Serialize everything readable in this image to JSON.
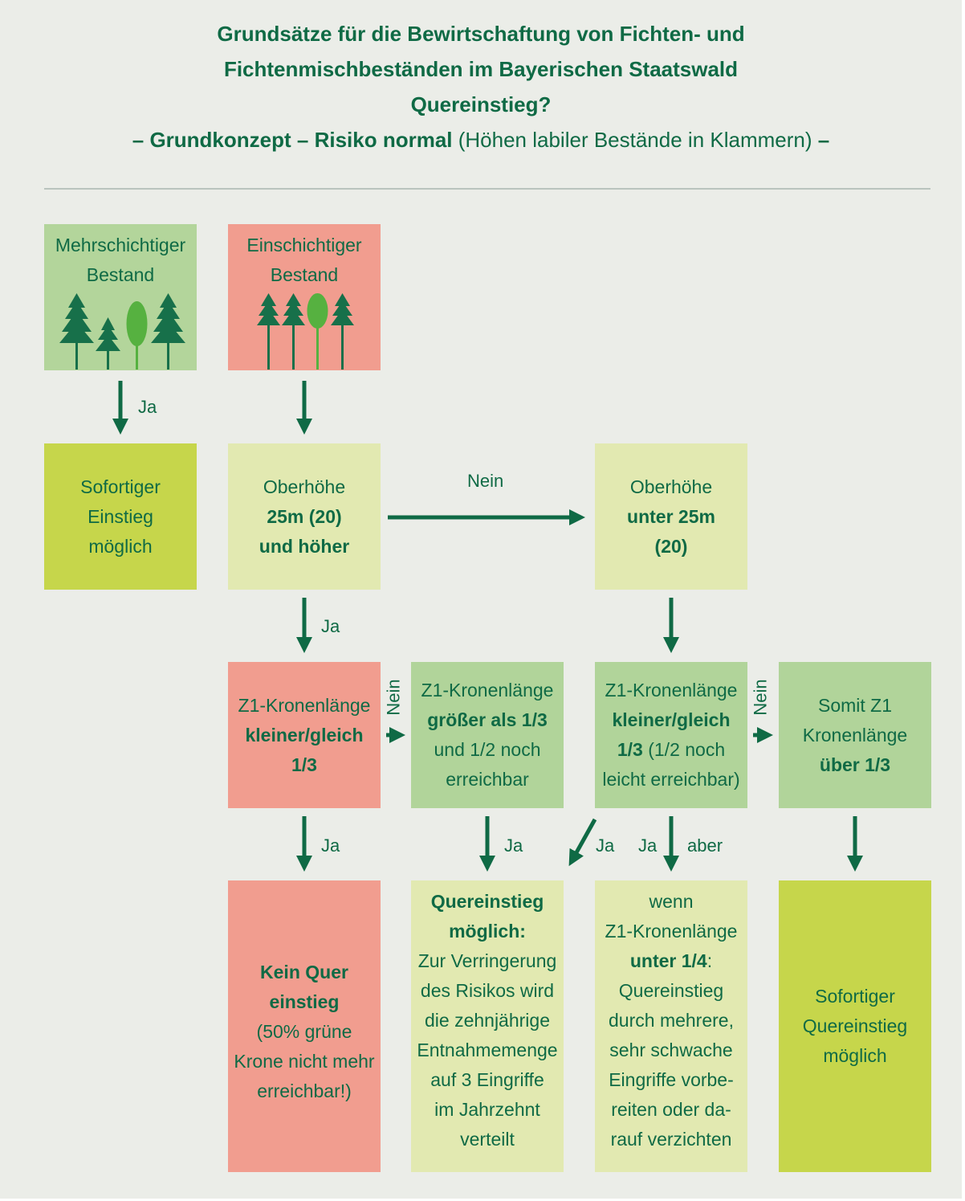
{
  "title": {
    "line1": "Grundsätze für die Bewirtschaftung von Fichten- und",
    "line2": "Fichtenmischbeständen im Bayerischen Staatswald",
    "line3": "Quereinstieg?",
    "line4_bold": "– Grundkonzept – Risiko normal",
    "line4_normal": "(Höhen labiler Bestände in Klammern)",
    "line4_end": "–"
  },
  "boxes": {
    "mehrschichtig": {
      "l1": "Mehrschichtiger",
      "l2": "Bestand",
      "icon": "multi-layer-trees-icon"
    },
    "einschichtig": {
      "l1": "Einschichtiger",
      "l2": "Bestand",
      "icon": "single-layer-trees-icon"
    },
    "sofort_einstieg": {
      "l1": "Sofortiger",
      "l2": "Einstieg",
      "l3": "möglich"
    },
    "oberhoehe_hoch": {
      "l1": "Oberhöhe",
      "l2": "25m (20)",
      "l3": "und höher"
    },
    "oberhoehe_unter": {
      "l1": "Oberhöhe",
      "l2": "unter 25m",
      "l3": "(20)"
    },
    "z1_kleiner_a": {
      "l1": "Z1-Kronenlänge",
      "l2": "kleiner/gleich",
      "l3": "1/3"
    },
    "z1_groesser": {
      "l1": "Z1-Kronenlänge",
      "l2": "größer als 1/3",
      "l3": "und 1/2 noch",
      "l4": "erreichbar"
    },
    "z1_kleiner_b": {
      "l1": "Z1-Kronenlänge",
      "l2": "kleiner/gleich",
      "l3a": "1/3",
      "l3b": " (1/2 noch",
      "l4": "leicht erreichbar)"
    },
    "somit_z1": {
      "l1": "Somit Z1",
      "l2": "Kronenlänge",
      "l3": "über 1/3"
    },
    "kein_quer": {
      "l1": "Kein Quer",
      "l2": "einstieg",
      "l3": "(50% grüne",
      "l4": "Krone nicht mehr",
      "l5": "erreichbar!)"
    },
    "quer_moeglich": {
      "l1": "Quereinstieg",
      "l2": "möglich:",
      "l3": "Zur Verringerung",
      "l4": "des Risikos wird",
      "l5": "die zehnjährige",
      "l6": "Entnahmemenge",
      "l7": "auf 3 Eingriffe",
      "l8": "im Jahrzehnt",
      "l9": "verteilt"
    },
    "wenn_z1": {
      "l1": "wenn",
      "l2": "Z1-Kronenlänge",
      "l3a": "unter 1/4",
      "l3b": ":",
      "l4": "Quereinstieg",
      "l5": "durch mehrere,",
      "l6": "sehr schwache",
      "l7": "Eingriffe vorbe-",
      "l8": "reiten oder da-",
      "l9": "rauf verzichten"
    },
    "sofort_quer": {
      "l1": "Sofortiger",
      "l2": "Quereinstieg",
      "l3": "möglich"
    }
  },
  "labels": {
    "ja1": "Ja",
    "nein_h": "Nein",
    "ja2": "Ja",
    "nein_v1": "Nein",
    "nein_v2": "Nein",
    "ja3": "Ja",
    "ja4": "Ja",
    "ja5": "Ja",
    "ja6": "Ja",
    "aber": "aber"
  },
  "colors": {
    "text": "#0f6a45",
    "arrow": "#0f6a45",
    "background": "#ebede8",
    "green_box": "#b3d59b",
    "red_box": "#f19d8f",
    "lime_box": "#c6d64b",
    "pale_box": "#e2e9b1",
    "tree_dark": "#17704a",
    "tree_light": "#56b140"
  }
}
